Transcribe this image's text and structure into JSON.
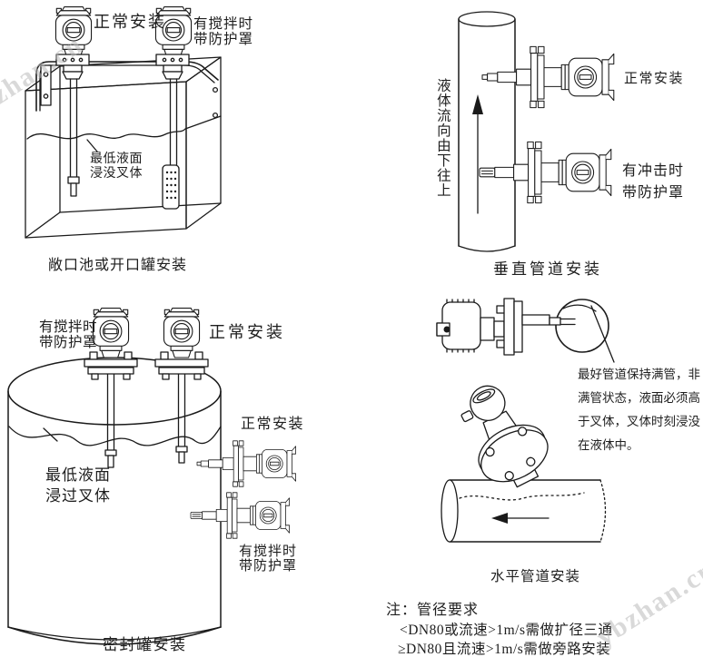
{
  "watermark": {
    "text": "ybzhan.cn"
  },
  "sections": {
    "open_tank": {
      "caption": "敞口池或开口罐安装",
      "label_normal": "正常安装",
      "label_stir": "有搅拌时\n带防护罩",
      "label_level": "最低液面\n浸没叉体"
    },
    "vertical_pipe": {
      "caption": "垂直管道安装",
      "flow_text": "液体流向由下往上",
      "label_normal": "正常安装",
      "label_impact": "有冲击时\n带防护罩"
    },
    "sealed_tank": {
      "caption": "密封罐安装",
      "label_stir_top": "有搅拌时\n带防护罩",
      "label_normal_top": "正常安装",
      "label_normal_side": "正常安装",
      "label_stir_side": "有搅拌时\n带防护罩",
      "label_level": "最低液面\n浸过叉体"
    },
    "horizontal_pipe": {
      "caption": "水平管道安装",
      "detail_note": "最好管道保持满管，非\n满管状态，液面必须高\n于叉体，叉体时刻浸没\n在液体中。",
      "notes_title": "注：管径要求",
      "note_line1": "<DN80或流速>1m/s需做扩径三通",
      "note_line2": "≥DN80且流速>1m/s需做旁路安装"
    }
  }
}
